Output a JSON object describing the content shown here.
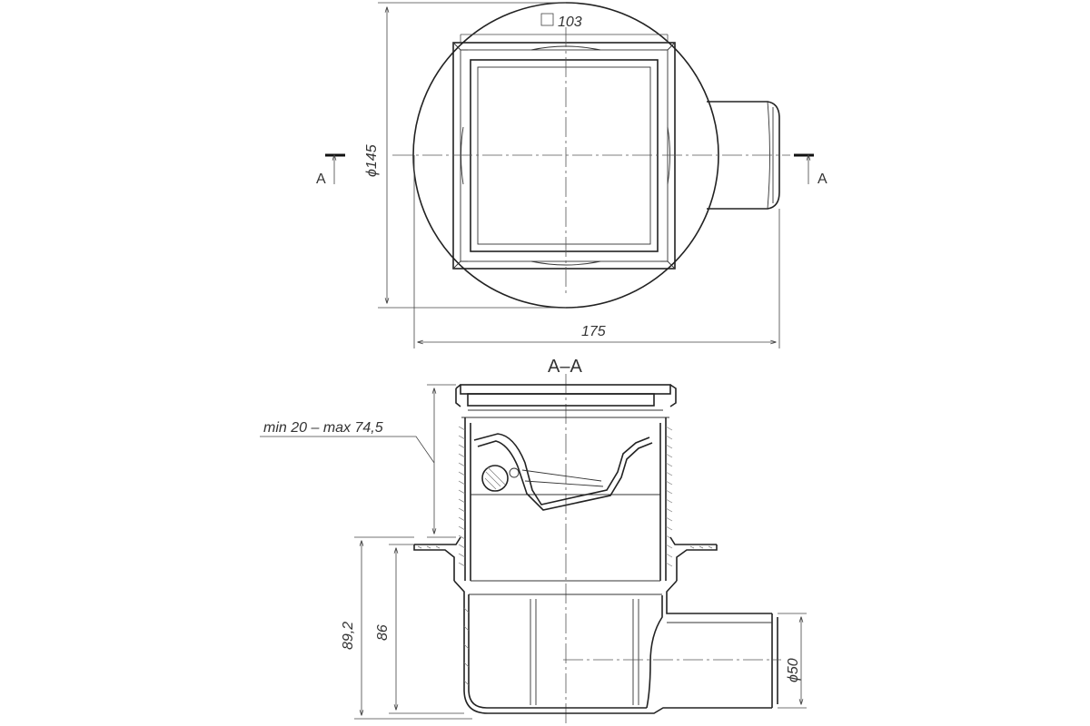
{
  "top_view": {
    "grate_size_label": "103",
    "diameter_label": "ϕ145",
    "width_label": "175",
    "section_mark_left": "A",
    "section_mark_right": "A"
  },
  "section_view": {
    "title": "A–A",
    "adjust_range_label": "min 20 – max 74,5",
    "height_total_label": "89,2",
    "height_inner_label": "86",
    "outlet_diameter_label": "ϕ50"
  }
}
